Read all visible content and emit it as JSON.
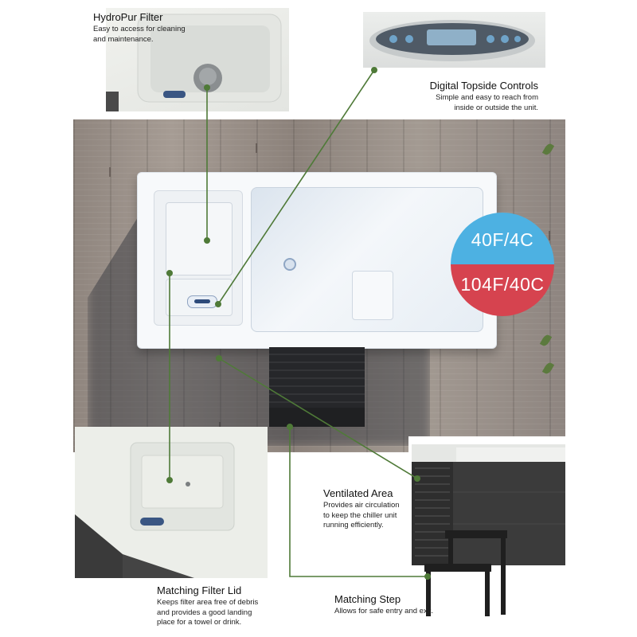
{
  "features": [
    {
      "title": "HydroPur Filter",
      "description": "Easy to access for cleaning\nand maintenance."
    },
    {
      "title": "Digital Topside Controls",
      "description": "Simple and easy to reach from\ninside or outside the unit."
    },
    {
      "title": "Ventilated Area",
      "description": "Provides air circulation\nto keep the chiller unit\nrunning efficiently."
    },
    {
      "title": "Matching Filter Lid",
      "description": "Keeps filter area free of debris\nand provides a good landing\nplace for a towel or drink."
    },
    {
      "title": "Matching Step",
      "description": "Allows for safe entry and exit."
    }
  ],
  "temperature": {
    "cold": "40F/4C",
    "hot": "104F/40C"
  },
  "colors": {
    "leader_line": "#4f7a38",
    "cold": "#4db1e2",
    "hot": "#d6434f"
  },
  "icons": [
    "leaf-icon",
    "filter-cap-icon",
    "control-panel-icon"
  ]
}
